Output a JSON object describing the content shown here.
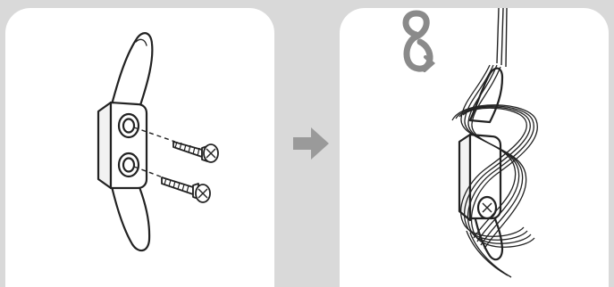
{
  "colors": {
    "background": "#d9d9d9",
    "panel": "#ffffff",
    "line": "#222222",
    "arrow": "#9a9a9a",
    "loop_icon": "#8a8a8a"
  },
  "steps": [
    {
      "id": 1,
      "depicts": "cleat-with-two-screws",
      "icon": "cleat-icon"
    },
    {
      "id": 2,
      "depicts": "cord-wrapped-figure-eight-on-cleat",
      "icon": "figure-eight-icon"
    }
  ],
  "connector_icon": "right-arrow-icon"
}
